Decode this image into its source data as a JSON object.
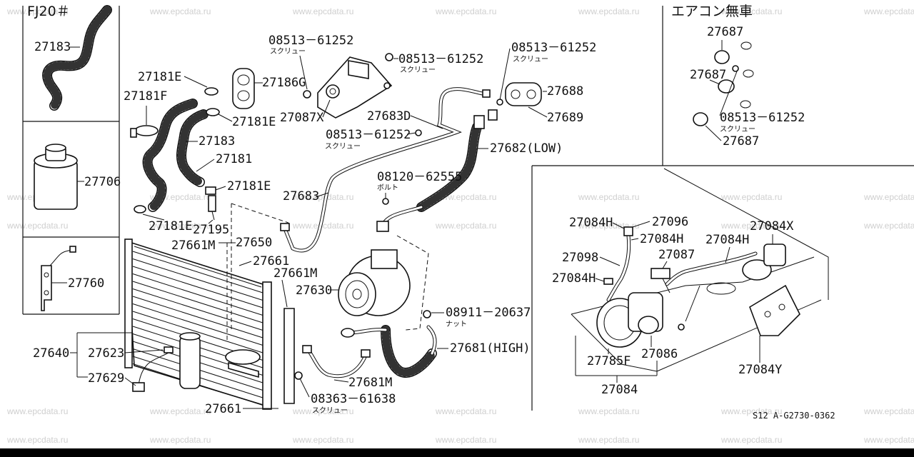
{
  "sections": {
    "fj20_header": "FJ20＃",
    "no_aircon_header": "エアコン無車"
  },
  "labels": {
    "p27183_a": "27183",
    "p27706": "27706",
    "p27760": "27760",
    "p27181E_a": "27181E",
    "p27181F": "27181F",
    "p27186G": "27186G",
    "p27181E_b": "27181E",
    "p27183_b": "27183",
    "p27181": "27181",
    "p27181E_c": "27181E",
    "p27181E_d": "27181E",
    "p27195": "27195",
    "p27661M_a": "27661M",
    "p27650": "27650",
    "p27661_a": "27661",
    "p27661M_b": "27661M",
    "p27630": "27630",
    "p27640": "27640",
    "p27623": "27623",
    "p27629": "27629",
    "p27661_b": "27661",
    "p08513_a": "08513－61252",
    "p08513_b": "08513－61252",
    "p08513_c": "08513－61252",
    "p08513_d": "08513－61252",
    "p08513_e": "08513－61252",
    "p27087X": "27087X",
    "p27683D": "27683D",
    "p27683": "27683",
    "p08120": "08120－62555",
    "p27688": "27688",
    "p27689": "27689",
    "p27682": "27682(LOW)",
    "p08911": "08911－20637",
    "p27681": "27681(HIGH)",
    "p27681M": "27681M",
    "p08363": "08363－61638",
    "p27687_a": "27687",
    "p27687_b": "27687",
    "p27687_c": "27687",
    "p27084H_a": "27084H",
    "p27096": "27096",
    "p27084H_b": "27084H",
    "p27084H_c": "27084H",
    "p27084X": "27084X",
    "p27098": "27098",
    "p27087": "27087",
    "p27084H_d": "27084H",
    "p27785F": "27785F",
    "p27086": "27086",
    "p27084": "27084",
    "p27084Y": "27084Y"
  },
  "sublabels": {
    "screw": "スクリュー",
    "bolt": "ボルト",
    "nut": "ナット"
  },
  "reference": "S12 A-G2730-0362",
  "watermark": "www.epcdata.ru"
}
